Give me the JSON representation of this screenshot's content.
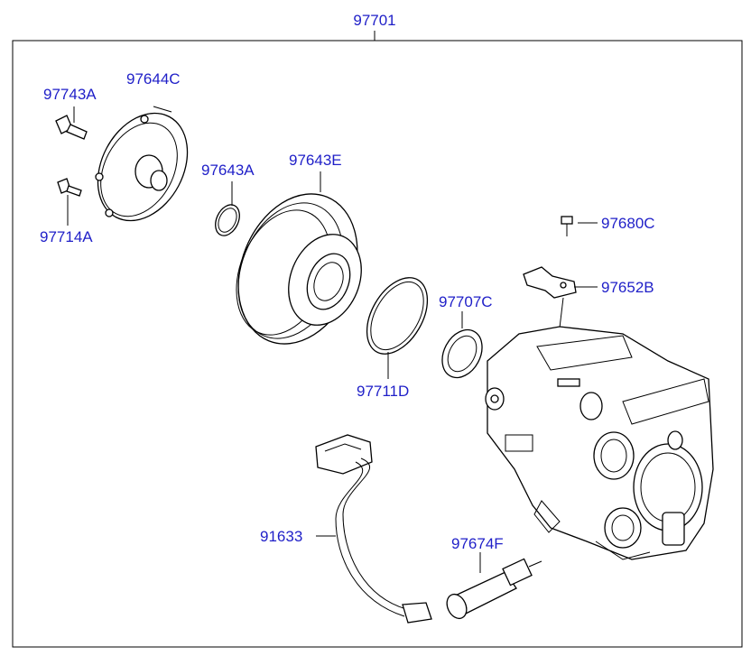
{
  "diagram": {
    "assembly_label": "97701",
    "labels": {
      "bolt_a": "97743A",
      "hub": "97644C",
      "screw": "97714A",
      "snap_ring": "97643A",
      "pulley": "97643E",
      "bolt_c": "97680C",
      "bracket": "97652B",
      "shim": "97707C",
      "ring": "97711D",
      "wire": "91633",
      "valve": "97674F"
    },
    "colors": {
      "label": "#1f1fc8",
      "line": "#000000",
      "background": "#ffffff"
    }
  }
}
